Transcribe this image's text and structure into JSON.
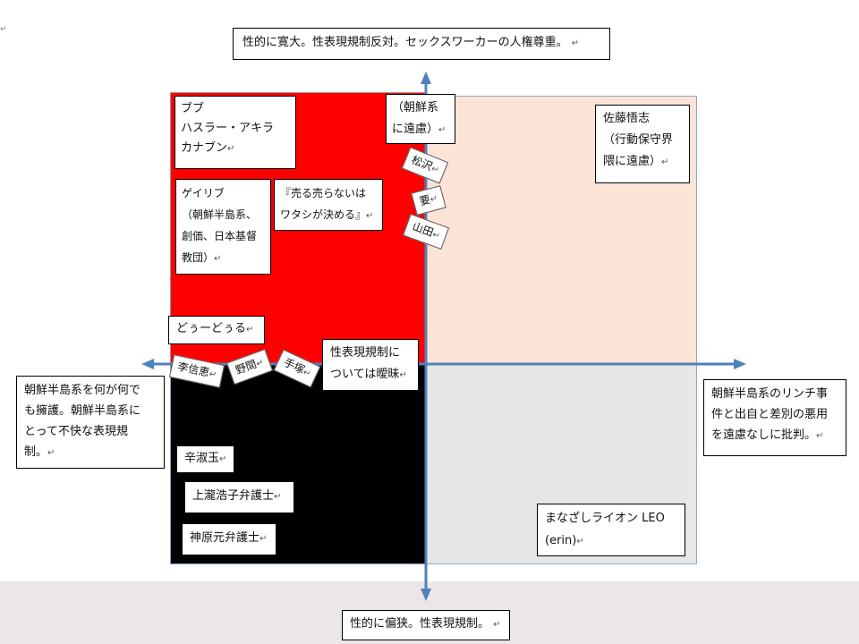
{
  "top_label": "性的に寛大。性表現規制反対。セックスワーカーの人権尊重。",
  "bottom_label": "性的に偏狭。性表現規制。",
  "left_label": "朝鮮半島系を何が何で\nも擁護。朝鮮半島系に\nとって不快な表現規\n制。",
  "right_label": "朝鮮半島系のリンチ事\n件と出自と差別の悪用\nを遠慮なしに批判。",
  "para_mark": "↵",
  "quadrant_colors": {
    "top_left": "#ff0000",
    "top_right": "#fbe4d5",
    "bottom_left": "#000000",
    "bottom_right": "#e7e6e6",
    "axis": "#4f81bd"
  },
  "boxes": {
    "bubu": "ブブ\nハスラー・アキラ\nカナブン",
    "geiribu": "ゲイリブ\n（朝鮮半島系、\n創価、日本基督\n教団）",
    "urerunai": "『売る売らないは\nワタシが決める』",
    "chosenkei": "（朝鮮系\nに遠慮）",
    "sato": "佐藤悟志\n（行動保守界\n隈に遠慮）",
    "douu": "どぅーどぅる",
    "aimai": "性表現規制に\nついては曖昧",
    "shin": "辛淑玉",
    "kamitaki": "上瀧浩子弁護士",
    "kanbara": "神原元弁護士",
    "manazashi": "まなざしライオン LEO\n(erin)"
  },
  "tilted": {
    "matsuzawa": "松沢",
    "kaname": "要",
    "yamada": "山田",
    "ri": "李信恵",
    "noma": "野間",
    "tezuka": "手塚"
  }
}
